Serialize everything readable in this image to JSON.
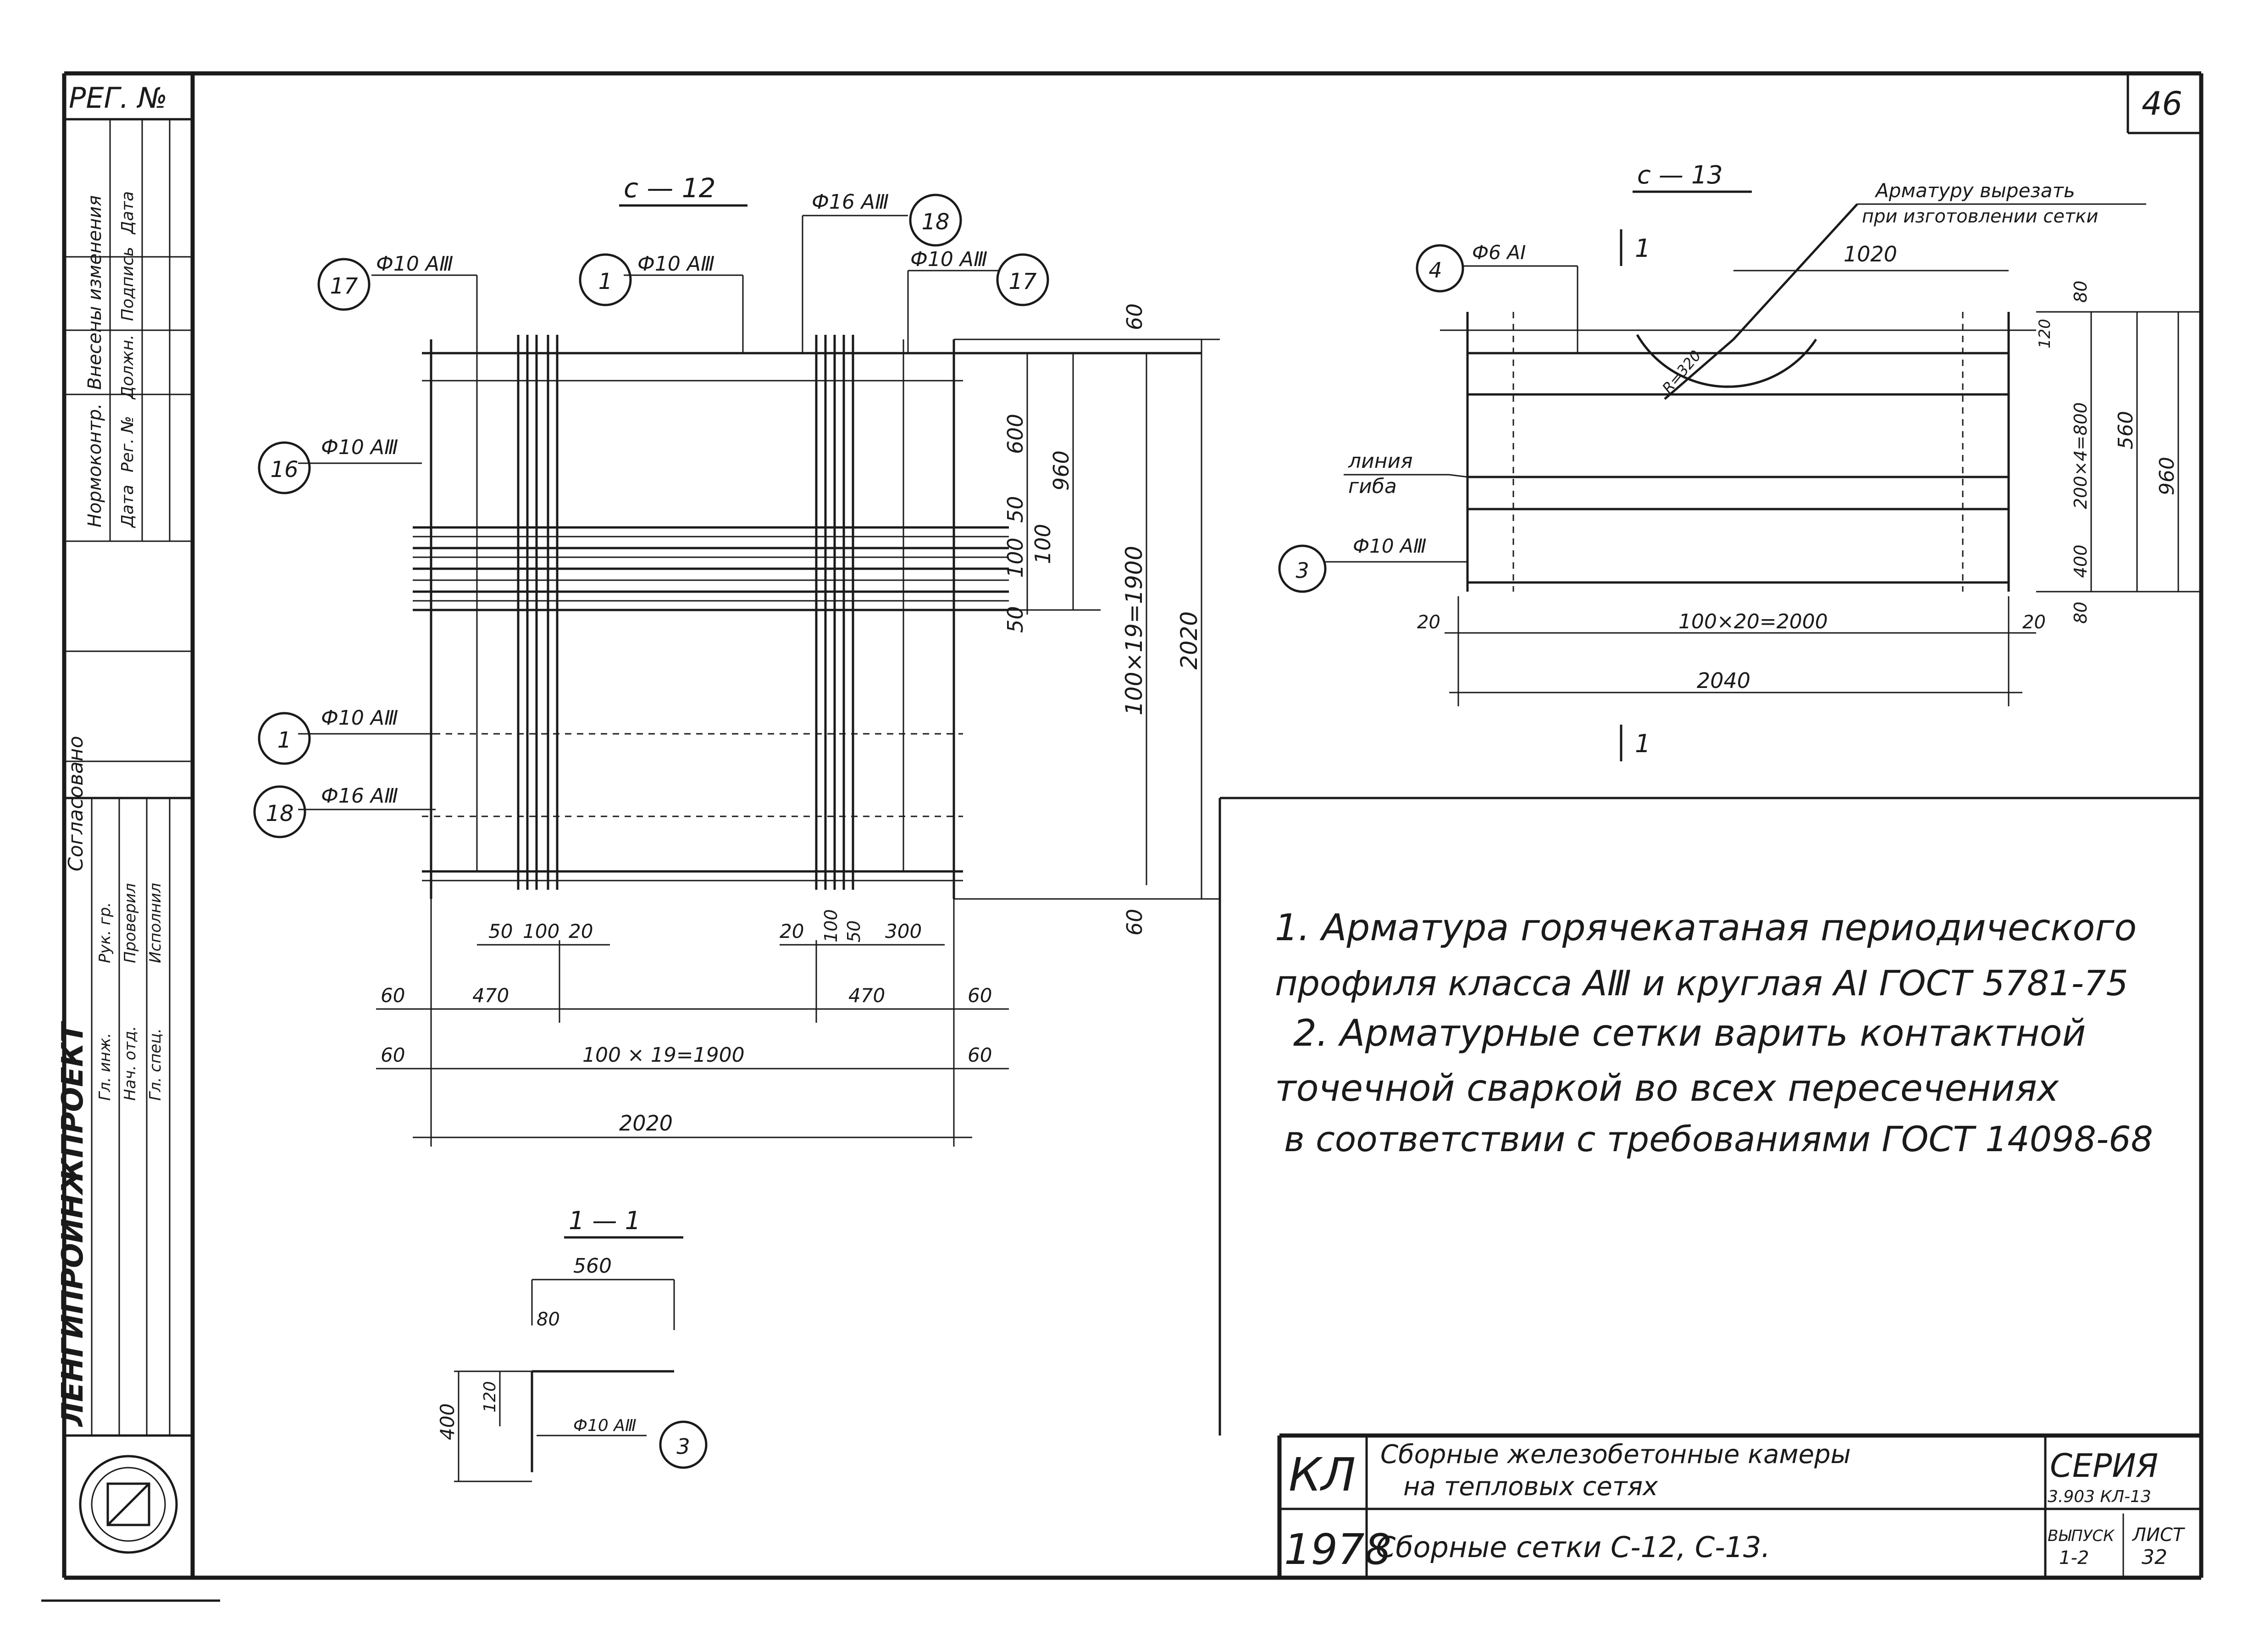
{
  "sheet": {
    "page_number": "46",
    "reg_label": "РЕГ. №",
    "stamp_columns": [
      "Нормоконтр.",
      "Внесены изменения",
      "Дата",
      "Рег. №",
      "Должн.",
      "Подпись",
      "Дата"
    ],
    "approval_label": "Согласовано",
    "org_name": "ЛЕНГИПРОИНЖПРОЕКТ",
    "org_roles": [
      "Гл. инж.",
      "Нач. отд.",
      "Гл. спец.",
      "Рук. гр.",
      "Проверил",
      "Исполнил"
    ]
  },
  "view_c12": {
    "title": "с — 12",
    "callouts": [
      {
        "num": "17",
        "label": "Ф10 АⅢ"
      },
      {
        "num": "1",
        "label": "Ф10 АⅢ"
      },
      {
        "num": "18",
        "label": "Ф16 АⅢ"
      },
      {
        "num": "17",
        "label": "Ф10 АⅢ"
      },
      {
        "num": "16",
        "label": "Ф10 АⅢ"
      },
      {
        "num": "1",
        "label": "Ф10 АⅢ"
      },
      {
        "num": "18",
        "label": "Ф16 АⅢ"
      }
    ],
    "dims_right": [
      "60",
      "600",
      "960",
      "50",
      "100",
      "100",
      "50",
      "100×19=1900",
      "2020",
      "60"
    ],
    "dims_bottom": [
      "50",
      "100",
      "20",
      "20",
      "100",
      "50",
      "300",
      "60",
      "470",
      "470",
      "60",
      "60",
      "100 × 19=1900",
      "60",
      "2020"
    ]
  },
  "view_c13": {
    "title": "с — 13",
    "note": "Арматуру вырезать при изготовлении сетки",
    "callouts": [
      {
        "num": "4",
        "label": "Ф6 АI"
      },
      {
        "num": "3",
        "label": "Ф10 АⅢ"
      }
    ],
    "section_mark": "1",
    "bend_line_label": "линия гиба",
    "radius_label": "R=320",
    "dims": [
      "1020",
      "80",
      "120",
      "200×4=800",
      "560",
      "960",
      "400",
      "80",
      "20",
      "100×20=2000",
      "20",
      "2040"
    ]
  },
  "section_11": {
    "title": "1 — 1",
    "dims": [
      "560",
      "80",
      "120",
      "400"
    ],
    "callout": {
      "num": "3",
      "label": "Ф10 АⅢ"
    }
  },
  "notes": [
    "1. Арматура горячекатаная периодического",
    "профиля класса АⅢ и круглая АI ГОСТ 5781-75",
    "2. Арматурные сетки варить контактной",
    "точечной сваркой во всех пересечениях",
    "в соответствии с требованиями ГОСТ 14098-68"
  ],
  "title_block": {
    "code": "КЛ",
    "year": "1978",
    "title_line1": "Сборные железобетонные камеры",
    "title_line2": "на тепловых сетях",
    "sheet_title": "Сборные сетки С-12, С-13.",
    "series_label": "СЕРИЯ",
    "series_value": "3.903 КЛ-13",
    "issue_label": "ВЫПУСК",
    "issue_value": "1-2",
    "sheet_label": "ЛИСТ",
    "sheet_value": "32"
  }
}
